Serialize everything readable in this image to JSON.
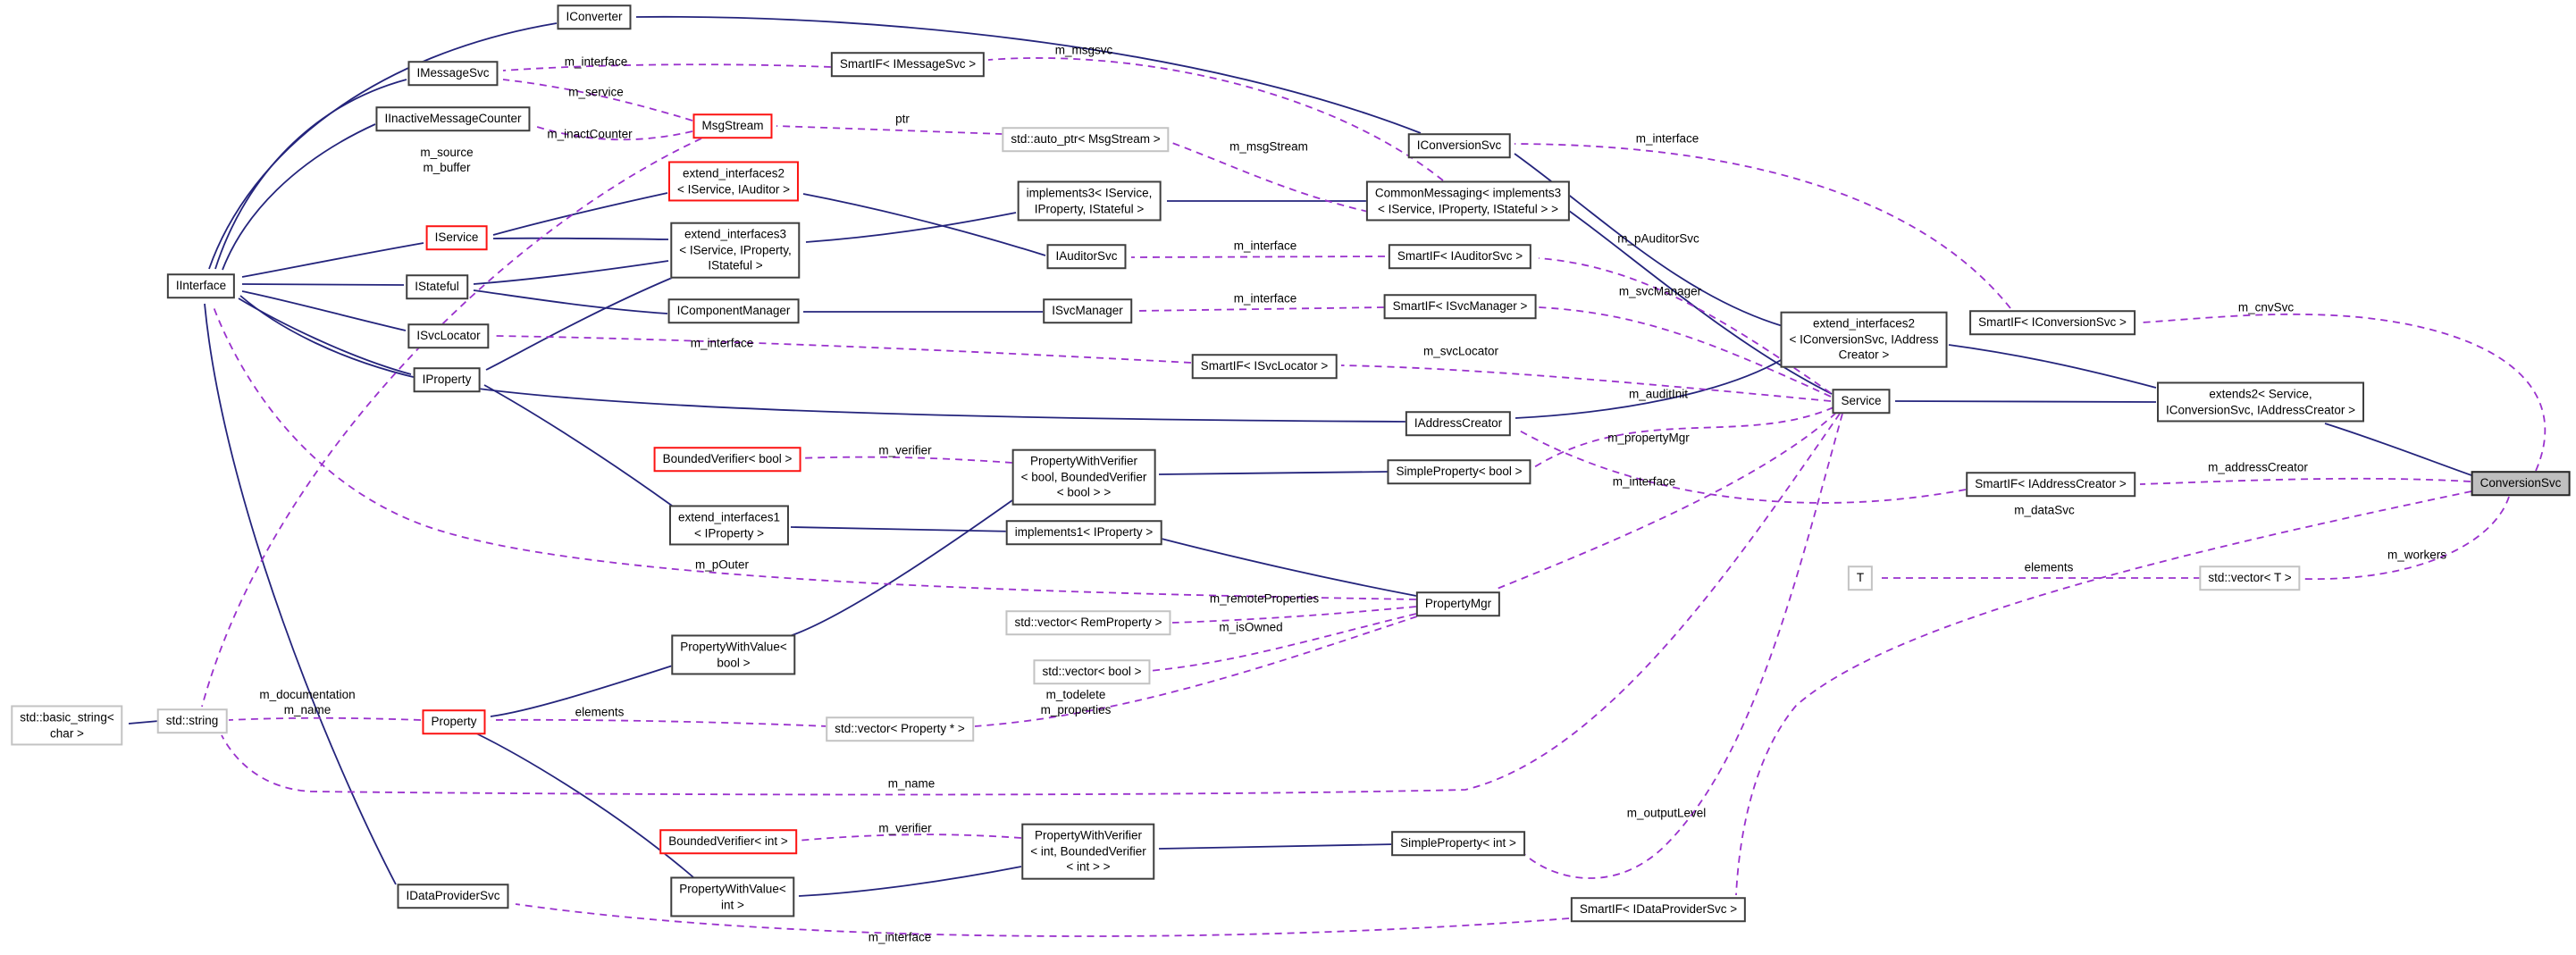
{
  "diagram_type": "doxygen-collaboration-graph",
  "colors": {
    "inheritance_edge": "#24247c",
    "usage_edge": "#9a32cd",
    "node_border": "#3e3e3e",
    "red_border": "#fc1312",
    "external_border": "#c3c3c3",
    "current_node_fill": "#bfbfbf"
  },
  "nodes": [
    {
      "label": "IInterface"
    },
    {
      "label": "IConverter"
    },
    {
      "label": "IMessageSvc"
    },
    {
      "label": "IInactiveMessageCounter"
    },
    {
      "label": "MsgStream"
    },
    {
      "label": "SmartIF< IMessageSvc >"
    },
    {
      "label": "std::auto_ptr< MsgStream >"
    },
    {
      "label": "extend_interfaces2\n< IService, IAuditor >"
    },
    {
      "label": "IService"
    },
    {
      "label": "extend_interfaces3\n< IService, IProperty,\nIStateful >"
    },
    {
      "label": "IStateful"
    },
    {
      "label": "IComponentManager"
    },
    {
      "label": "ISvcLocator"
    },
    {
      "label": "IProperty"
    },
    {
      "label": "implements3< IService,\nIProperty, IStateful >"
    },
    {
      "label": "CommonMessaging< implements3\n< IService, IProperty, IStateful > >"
    },
    {
      "label": "IConversionSvc"
    },
    {
      "label": "IAuditorSvc"
    },
    {
      "label": "SmartIF< IAuditorSvc >"
    },
    {
      "label": "ISvcManager"
    },
    {
      "label": "SmartIF< ISvcManager >"
    },
    {
      "label": "SmartIF< ISvcLocator >"
    },
    {
      "label": "IAddressCreator"
    },
    {
      "label": "extend_interfaces2\n< IConversionSvc, IAddress\nCreator >"
    },
    {
      "label": "SmartIF< IConversionSvc >"
    },
    {
      "label": "Service"
    },
    {
      "label": "extends2< Service,\nIConversionSvc, IAddressCreator >"
    },
    {
      "label": "ConversionSvc"
    },
    {
      "label": "BoundedVerifier< bool >"
    },
    {
      "label": "PropertyWithVerifier\n< bool, BoundedVerifier\n< bool > >"
    },
    {
      "label": "SimpleProperty< bool >"
    },
    {
      "label": "SmartIF< IAddressCreator >"
    },
    {
      "label": "extend_interfaces1\n< IProperty >"
    },
    {
      "label": "implements1< IProperty >"
    },
    {
      "label": "T"
    },
    {
      "label": "std::vector< T >"
    },
    {
      "label": "PropertyMgr"
    },
    {
      "label": "std::vector< RemProperty >"
    },
    {
      "label": "std::vector< bool >"
    },
    {
      "label": "PropertyWithValue<\nbool >"
    },
    {
      "label": "std::vector< Property * >"
    },
    {
      "label": "Property"
    },
    {
      "label": "std::string"
    },
    {
      "label": "std::basic_string<\nchar >"
    },
    {
      "label": "BoundedVerifier< int >"
    },
    {
      "label": "PropertyWithVerifier\n< int, BoundedVerifier\n< int > >"
    },
    {
      "label": "SimpleProperty< int >"
    },
    {
      "label": "PropertyWithValue<\nint >"
    },
    {
      "label": "IDataProviderSvc"
    },
    {
      "label": "SmartIF< IDataProviderSvc >"
    }
  ],
  "edge_labels": [
    "m_interface",
    "m_msgsvc",
    "m_service",
    "ptr",
    "m_inactCounter",
    "m_msgStream",
    "m_source\nm_buffer",
    "m_interface",
    "m_interface",
    "m_pAuditorSvc",
    "m_interface",
    "m_svcManager",
    "m_interface",
    "m_svcLocator",
    "m_cnvSvc",
    "m_auditInit",
    "m_propertyMgr",
    "m_interface",
    "m_verifier",
    "m_pOuter",
    "m_remoteProperties",
    "m_isOwned",
    "m_addressCreator",
    "m_dataSvc",
    "elements",
    "m_workers",
    "m_todelete\nm_properties",
    "elements",
    "m_documentation\nm_name",
    "m_name",
    "m_verifier",
    "m_outputLevel",
    "m_interface"
  ]
}
